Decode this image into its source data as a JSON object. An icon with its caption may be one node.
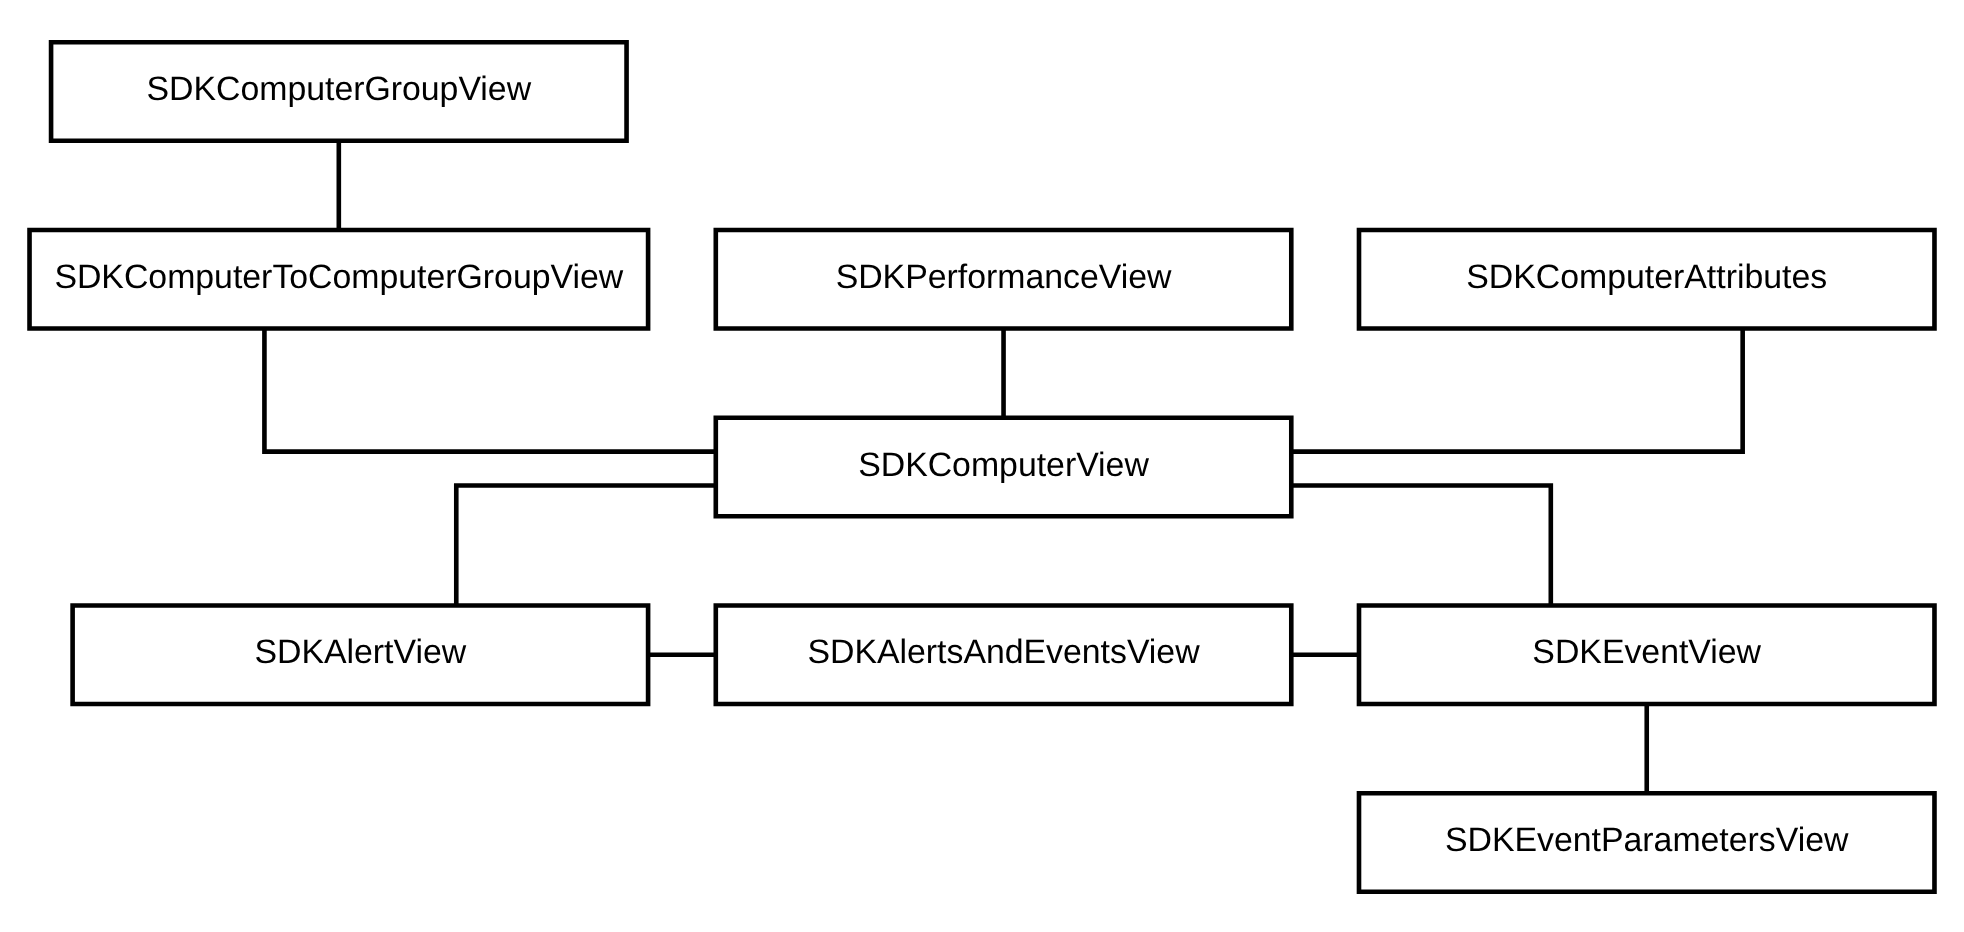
{
  "diagram": {
    "nodes": [
      {
        "text": [
          "SDKComputerGroupView"
        ]
      },
      {
        "text": [
          "SDKComputerToComputerGroupView"
        ]
      },
      {
        "text": [
          "SDKPerformanceView"
        ]
      },
      {
        "text": [
          "SDKComputerAttributes"
        ]
      },
      {
        "text": [
          "SDKComputerView"
        ]
      },
      {
        "text": [
          "SDKAlertView"
        ]
      },
      {
        "text": [
          "SDKAlertsAndEventsView"
        ]
      },
      {
        "text": [
          "SDKEventView"
        ]
      },
      {
        "text": [
          "SDKEventParametersView"
        ]
      }
    ],
    "edges": [
      {
        "from": 0,
        "to": 1,
        "arrow": "none"
      },
      {
        "from": 1,
        "to": 4,
        "arrow": "none"
      },
      {
        "from": 2,
        "to": 4,
        "arrow": "none"
      },
      {
        "from": 3,
        "to": 4,
        "arrow": "none"
      },
      {
        "from": 4,
        "to": 5,
        "arrow": "none"
      },
      {
        "from": 4,
        "to": 7,
        "arrow": "none"
      },
      {
        "from": 5,
        "to": 6,
        "arrow": "none"
      },
      {
        "from": 6,
        "to": 7,
        "arrow": "none"
      },
      {
        "from": 7,
        "to": 8,
        "arrow": "none"
      }
    ]
  }
}
